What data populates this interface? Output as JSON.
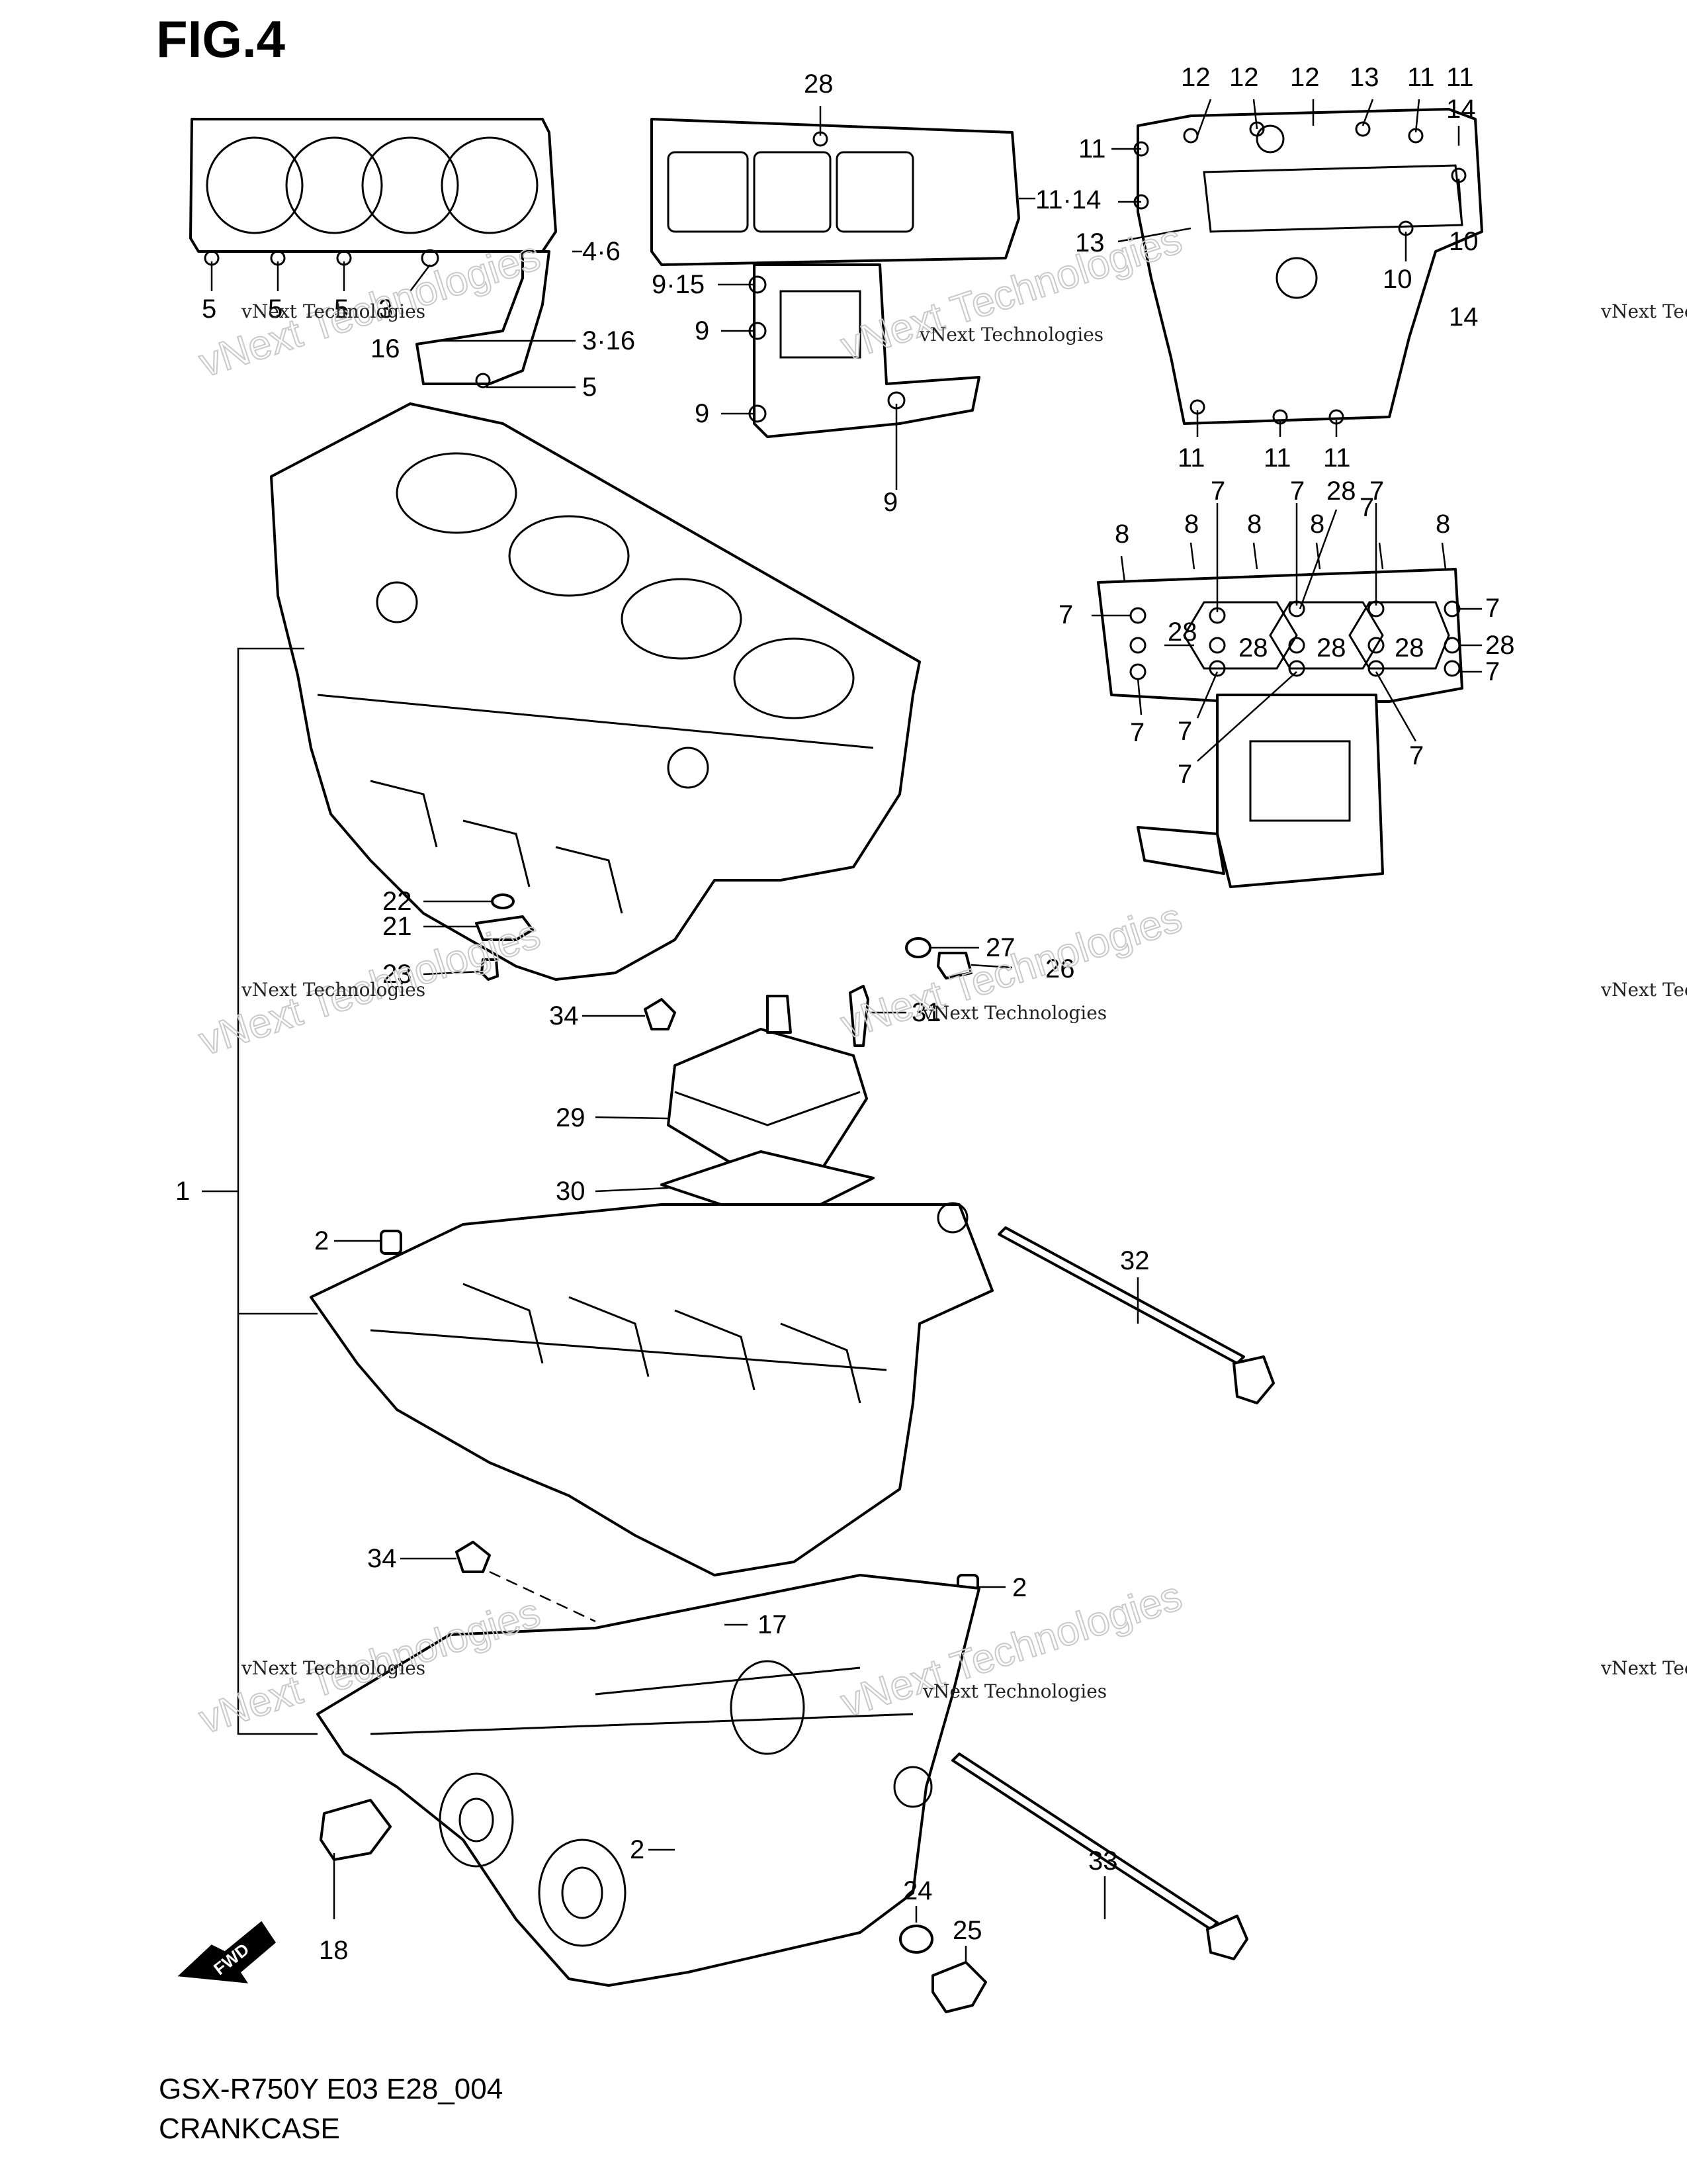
{
  "figure": {
    "title": "FIG.4",
    "model_code": "GSX-R750Y E03 E28_004",
    "name": "CRANKCASE",
    "fwd_label": "FWD"
  },
  "watermark": {
    "line1": "vNext Technologies",
    "line2": "vNext Technologies"
  },
  "callouts": {
    "top_left": [
      "4·6",
      "5",
      "5",
      "5",
      "3",
      "3·16",
      "16",
      "5"
    ],
    "top_middle": [
      "28",
      "11·14",
      "9·15",
      "9",
      "9",
      "9"
    ],
    "top_right": [
      "12",
      "12",
      "12",
      "13",
      "11",
      "11",
      "14",
      "11",
      "13",
      "10",
      "10",
      "14",
      "11",
      "11",
      "11"
    ],
    "middle_right": [
      "8",
      "8",
      "8",
      "7",
      "7",
      "28",
      "7",
      "8",
      "8",
      "7",
      "28",
      "28",
      "28",
      "28",
      "7",
      "28",
      "7",
      "7",
      "7",
      "7",
      "7",
      "7"
    ],
    "main": [
      "22",
      "21",
      "23",
      "27",
      "26",
      "34",
      "31",
      "29",
      "30",
      "1",
      "2",
      "32",
      "34",
      "2",
      "17",
      "2",
      "33",
      "24",
      "25",
      "18"
    ]
  },
  "colors": {
    "line": "#000000",
    "background": "#ffffff",
    "watermark_outline": "#c9c9c9"
  }
}
